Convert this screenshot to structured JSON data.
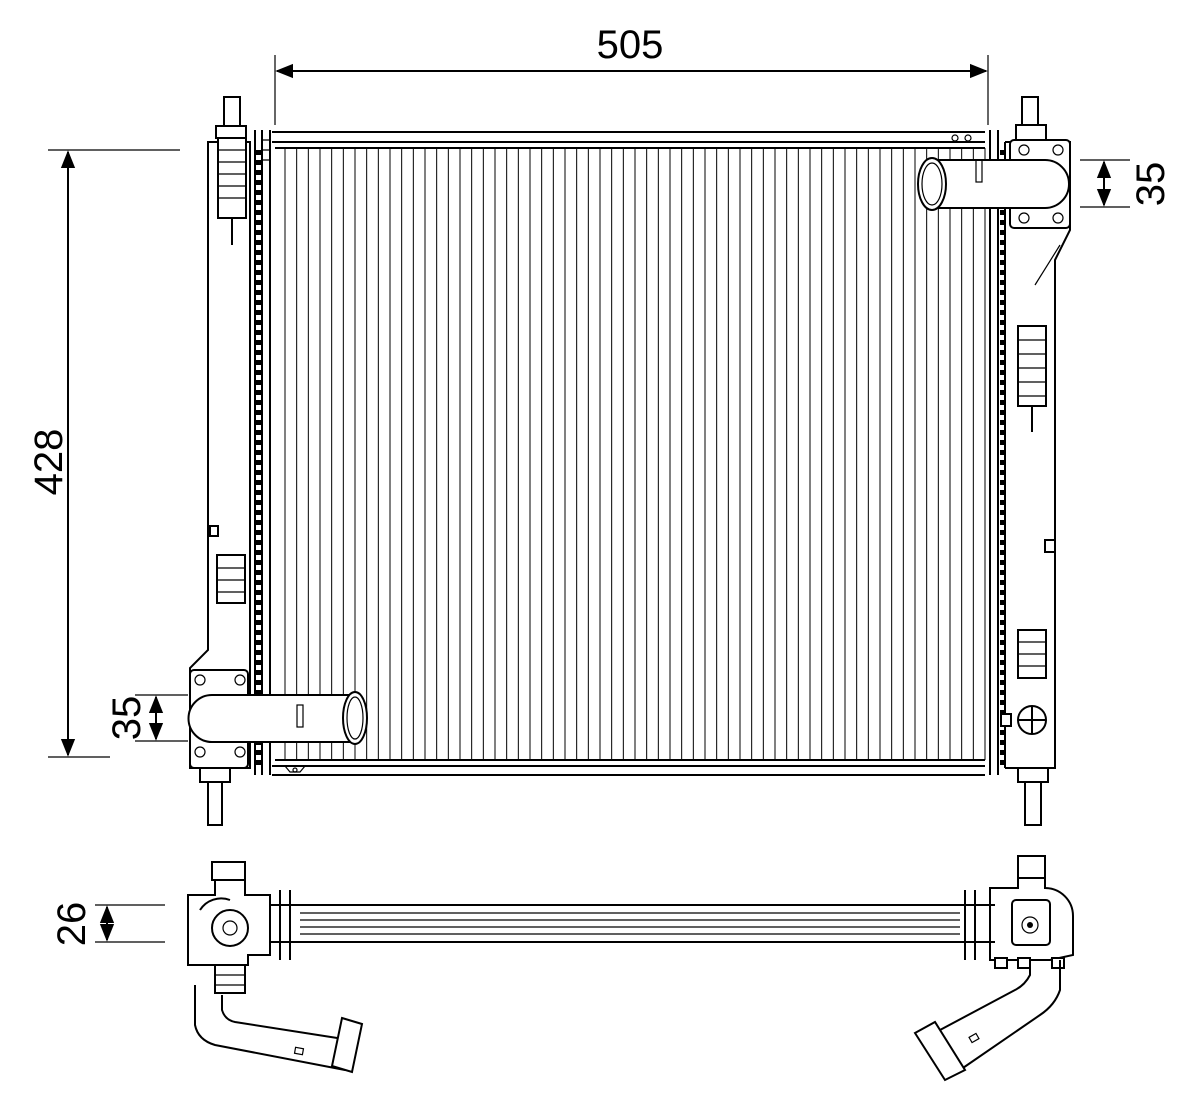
{
  "dimensions": {
    "width": "505",
    "height": "428",
    "outlet_pipe": "35",
    "inlet_pipe": "35",
    "depth": "26"
  },
  "colors": {
    "line": "#000000",
    "background": "#ffffff"
  },
  "core": {
    "tube_count": 60
  }
}
